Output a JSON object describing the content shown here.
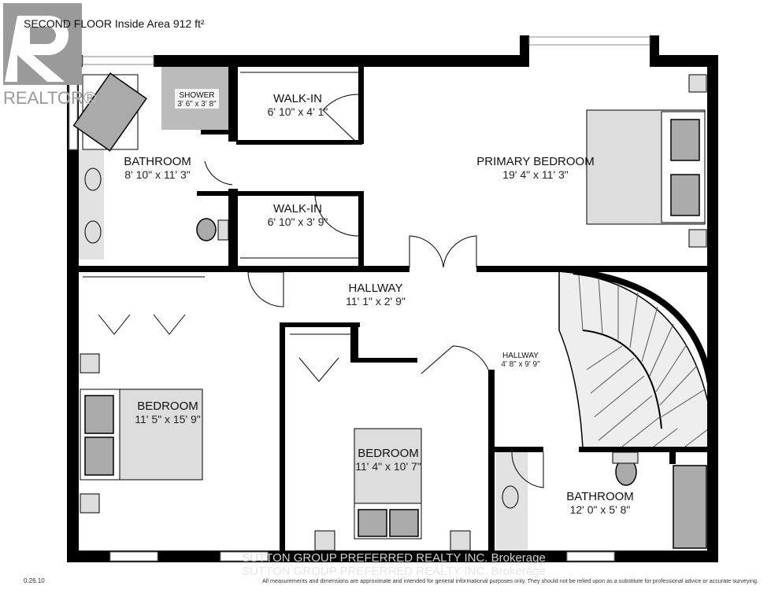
{
  "title": "SECOND FLOOR Inside Area 912 ft²",
  "logo": {
    "text": "REALTOR®",
    "color": "#9a9a9a"
  },
  "rooms": [
    {
      "name": "SHOWER",
      "dims": "3' 6\" x 3' 8\""
    },
    {
      "name": "WALK-IN",
      "dims": "6' 10\" x 4' 1\""
    },
    {
      "name": "BATHROOM",
      "dims": "8' 10\" x 11' 3\""
    },
    {
      "name": "PRIMARY BEDROOM",
      "dims": "19' 4\" x 11' 3\""
    },
    {
      "name": "WALK-IN",
      "dims": "6' 10\" x 3' 9\""
    },
    {
      "name": "HALLWAY",
      "dims": "11' 1\" x 2' 9\""
    },
    {
      "name": "HALLWAY",
      "dims": "4' 8\" x 9' 9\""
    },
    {
      "name": "BEDROOM",
      "dims": "11' 5\" x 15' 9\""
    },
    {
      "name": "BEDROOM",
      "dims": "11' 4\" x 10' 7\""
    },
    {
      "name": "BATHROOM",
      "dims": "12' 0\" x 5' 8\""
    }
  ],
  "watermark": "SUTTON GROUP PREFERRED REALTY INC. Brokerage",
  "version": "0.26.10",
  "disclaimer": "All measurements and dimensions are approximate and intended for general informational purposes only. They should not be relied upon as a substitute for professional advice or accurate surveying."
}
